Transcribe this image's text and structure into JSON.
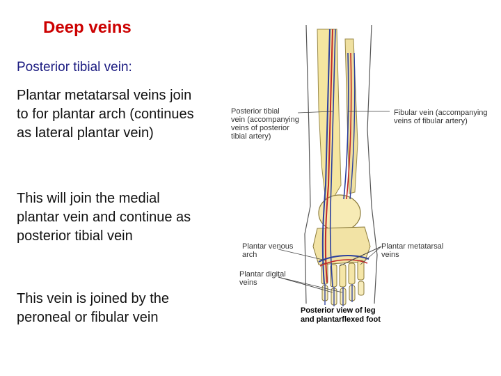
{
  "slide": {
    "title": "Deep veins",
    "subtitle": "Posterior tibial vein:",
    "paragraphs": {
      "p1_l1": "Plantar metatarsal veins join",
      "p1_l2": "to for plantar arch (continues",
      "p1_l3": "as lateral plantar vein)",
      "p2_l1": "This will join the medial",
      "p2_l2": "plantar vein and continue as",
      "p2_l3": "posterior tibial vein",
      "p3_l1": "This vein is joined by the",
      "p3_l2": "peroneal or fibular vein"
    }
  },
  "figure": {
    "labels": {
      "posterior_tibial": [
        "Posterior tibial",
        "vein (accompanying",
        "veins of posterior",
        "tibial artery)"
      ],
      "fibular": [
        "Fibular vein (accompanying",
        "veins of fibular artery)"
      ],
      "plantar_venous_arch": [
        "Plantar venous",
        "arch"
      ],
      "plantar_metatarsal": [
        "Plantar metatarsal",
        "veins"
      ],
      "plantar_digital": [
        "Plantar digital",
        "veins"
      ]
    },
    "caption": [
      "Posterior view of leg",
      "and plantarflexed foot"
    ]
  },
  "colors": {
    "title": "#cc0000",
    "subtitle": "#1a1a80",
    "bone": "#f5e6a0",
    "vein": "#2b3f9e",
    "artery": "#c22828"
  }
}
